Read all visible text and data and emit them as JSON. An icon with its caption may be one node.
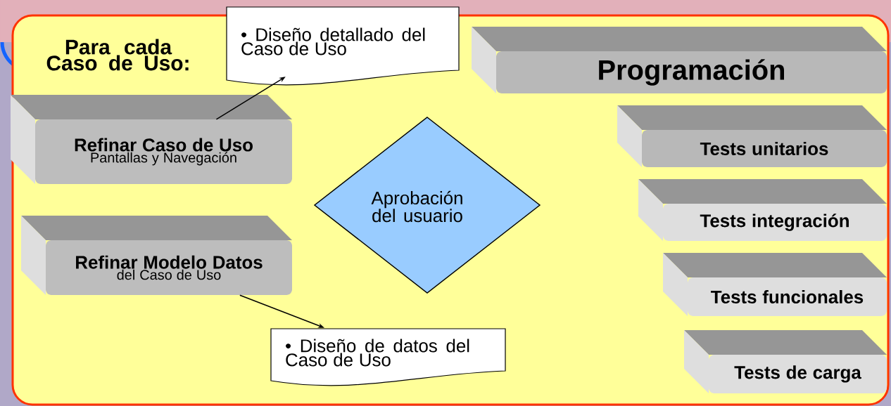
{
  "diagram": {
    "nodes": [
      {
        "text": [
          "Para cada Caso de Uso:"
        ]
      },
      {
        "text": [
          "• Diseño detallado del Caso de Uso"
        ],
        "in": 0
      },
      {
        "text": [
          "Programación"
        ],
        "in": 0
      },
      {
        "text": [
          "Refinar Caso de Uso",
          "Pantallas y Navegación"
        ],
        "in": 0
      },
      {
        "text": [
          "Aprobación del usuario"
        ],
        "in": 0
      },
      {
        "text": [
          "Tests unitarios"
        ],
        "in": 0
      },
      {
        "text": [
          "Tests integración"
        ],
        "in": 0
      },
      {
        "text": [
          "Refinar Modelo Datos",
          "del Caso de Uso"
        ],
        "in": 0
      },
      {
        "text": [
          "Tests funcionales"
        ],
        "in": 0
      },
      {
        "text": [
          "• Diseño de datos del Caso de Uso"
        ],
        "in": 0
      },
      {
        "text": [
          "Tests de carga"
        ],
        "in": 0
      }
    ],
    "edges": [
      {
        "from": 3,
        "to": 1,
        "arrow": "to"
      },
      {
        "from": 7,
        "to": 9,
        "arrow": "to"
      }
    ]
  }
}
